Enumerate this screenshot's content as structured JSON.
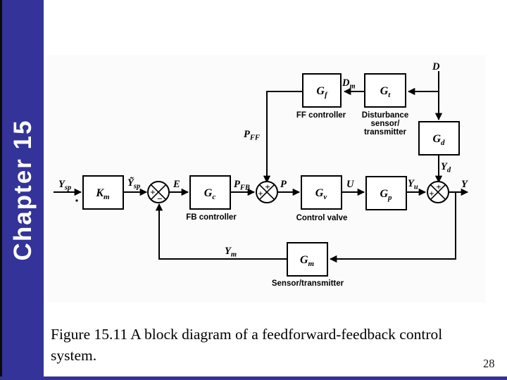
{
  "sidebar": {
    "label": "Chapter 15",
    "bg_color": "#333399",
    "text_color": "#ffffff"
  },
  "caption": {
    "line1": "Figure 15.11 A block diagram of a feedforward-feedback control",
    "line2": "system.",
    "page_number": "28"
  },
  "diagram": {
    "blocks": {
      "km": {
        "main": "K",
        "sub": "m"
      },
      "gc": {
        "main": "G",
        "sub": "c",
        "caption": "FB controller"
      },
      "gv": {
        "main": "G",
        "sub": "v",
        "caption": "Control valve"
      },
      "gp": {
        "main": "G",
        "sub": "p"
      },
      "gf": {
        "main": "G",
        "sub": "f",
        "caption": "FF controller"
      },
      "gt": {
        "main": "G",
        "sub": "t",
        "caption_lines": [
          "Disturbance",
          "sensor/",
          "transmitter"
        ]
      },
      "gd": {
        "main": "G",
        "sub": "d"
      },
      "gm": {
        "main": "G",
        "sub": "m",
        "caption": "Sensor/transmitter"
      }
    },
    "signals": {
      "ysp": {
        "main": "Y",
        "sub": "sp"
      },
      "ysp2": {
        "main": "Ỹ",
        "sub": "sp"
      },
      "e": {
        "main": "E",
        "sub": ""
      },
      "pfb": {
        "main": "P",
        "sub": "FB"
      },
      "pff": {
        "main": "P",
        "sub": "FF"
      },
      "p": {
        "main": "P",
        "sub": ""
      },
      "u": {
        "main": "U",
        "sub": ""
      },
      "yu": {
        "main": "Y",
        "sub": "u"
      },
      "y": {
        "main": "Y",
        "sub": ""
      },
      "yd": {
        "main": "Y",
        "sub": "d"
      },
      "ym": {
        "main": "Y",
        "sub": "m"
      },
      "d": {
        "main": "D",
        "sub": ""
      },
      "dm": {
        "main": "D",
        "sub": "m"
      }
    },
    "junction_signs": {
      "plus": "+",
      "minus": "−"
    }
  }
}
